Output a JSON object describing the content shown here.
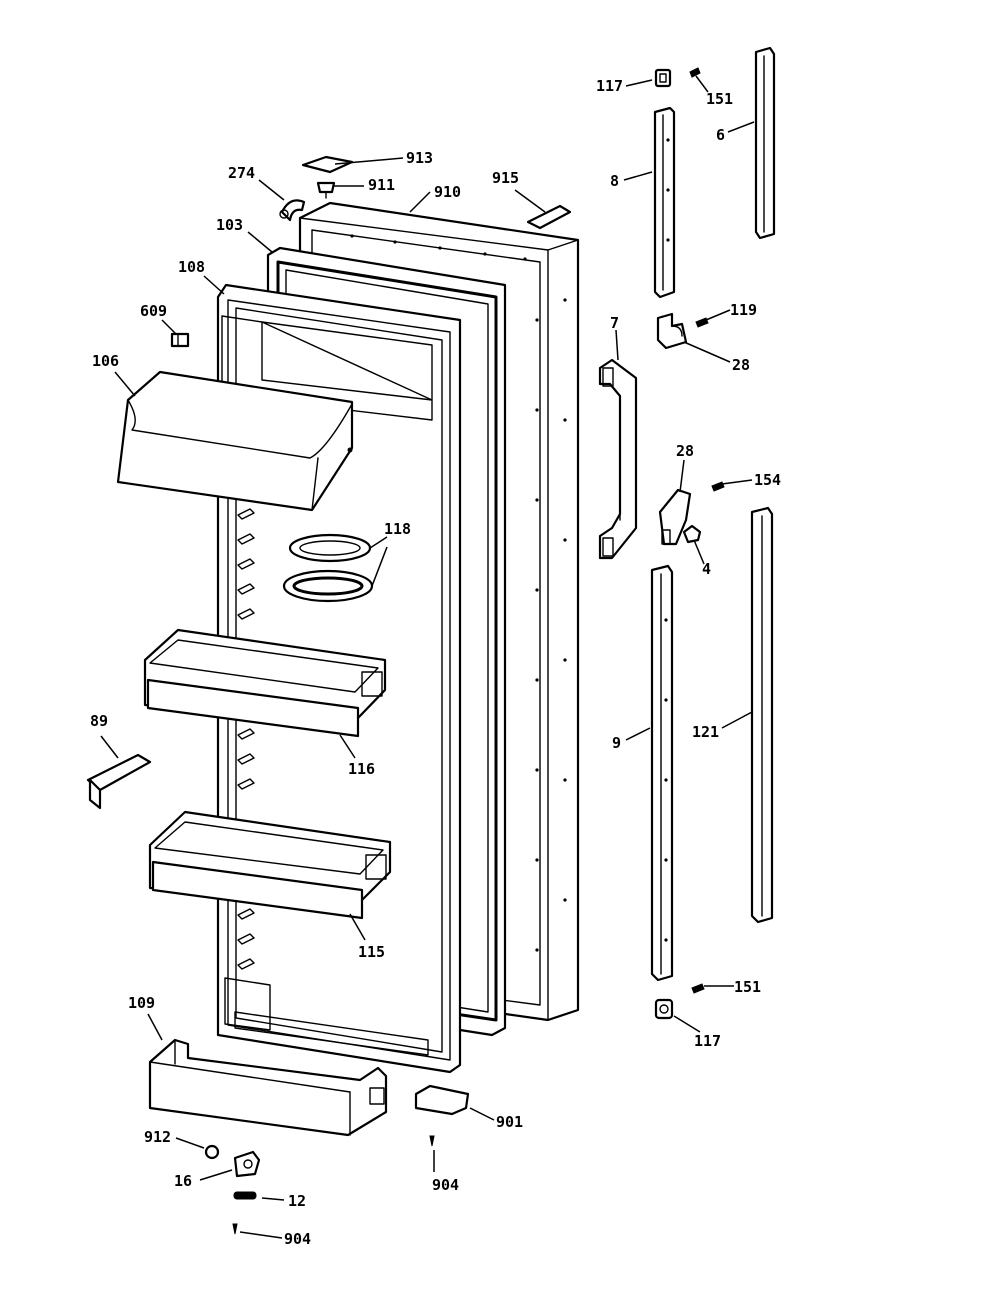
{
  "diagram": {
    "type": "exploded parts diagram",
    "callouts": [
      {
        "id": "c913",
        "label": "913"
      },
      {
        "id": "c911",
        "label": "911"
      },
      {
        "id": "c910",
        "label": "910"
      },
      {
        "id": "c915",
        "label": "915"
      },
      {
        "id": "c274",
        "label": "274"
      },
      {
        "id": "c103",
        "label": "103"
      },
      {
        "id": "c108",
        "label": "108"
      },
      {
        "id": "c609",
        "label": "609"
      },
      {
        "id": "c106",
        "label": "106"
      },
      {
        "id": "c118",
        "label": "118"
      },
      {
        "id": "c116",
        "label": "116"
      },
      {
        "id": "c89",
        "label": "89"
      },
      {
        "id": "c115",
        "label": "115"
      },
      {
        "id": "c109",
        "label": "109"
      },
      {
        "id": "c912",
        "label": "912"
      },
      {
        "id": "c16",
        "label": "16"
      },
      {
        "id": "c12",
        "label": "12"
      },
      {
        "id": "c904a",
        "label": "904"
      },
      {
        "id": "c901",
        "label": "901"
      },
      {
        "id": "c904b",
        "label": "904"
      },
      {
        "id": "c117a",
        "label": "117"
      },
      {
        "id": "c151a",
        "label": "151"
      },
      {
        "id": "c6",
        "label": "6"
      },
      {
        "id": "c8",
        "label": "8"
      },
      {
        "id": "c119",
        "label": "119"
      },
      {
        "id": "c28a",
        "label": "28"
      },
      {
        "id": "c7",
        "label": "7"
      },
      {
        "id": "c28b",
        "label": "28"
      },
      {
        "id": "c154",
        "label": "154"
      },
      {
        "id": "c4",
        "label": "4"
      },
      {
        "id": "c9",
        "label": "9"
      },
      {
        "id": "c121",
        "label": "121"
      },
      {
        "id": "c151b",
        "label": "151"
      },
      {
        "id": "c117b",
        "label": "117"
      }
    ]
  }
}
